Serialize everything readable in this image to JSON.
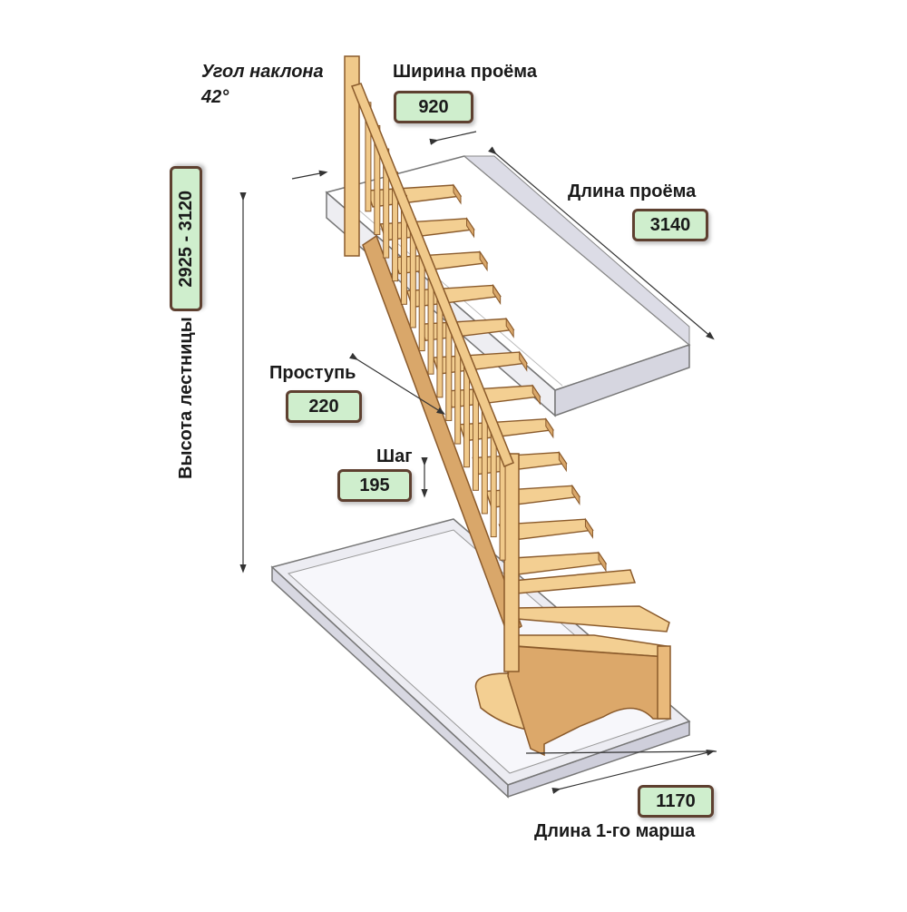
{
  "labels": {
    "angle_title": "Угол наклона",
    "angle_value": "42°",
    "opening_width_title": "Ширина проёма",
    "opening_width_value": "920",
    "opening_length_title": "Длина проёма",
    "opening_length_value": "3140",
    "stair_height_title": "Высота лестницы",
    "stair_height_value": "2925 - 3120",
    "tread_title": "Проступь",
    "tread_value": "220",
    "step_title": "Шаг",
    "step_value": "195",
    "flight_length_value": "1170",
    "flight_length_title": "Длина 1-го марша"
  },
  "colors": {
    "wood": "#f0c98a",
    "wood_dark": "#c9955a",
    "wood_edge": "#8a5a2b",
    "badge_fill": "#cfeecd",
    "badge_border": "#5e4030",
    "glass": "#e4e4ec"
  }
}
